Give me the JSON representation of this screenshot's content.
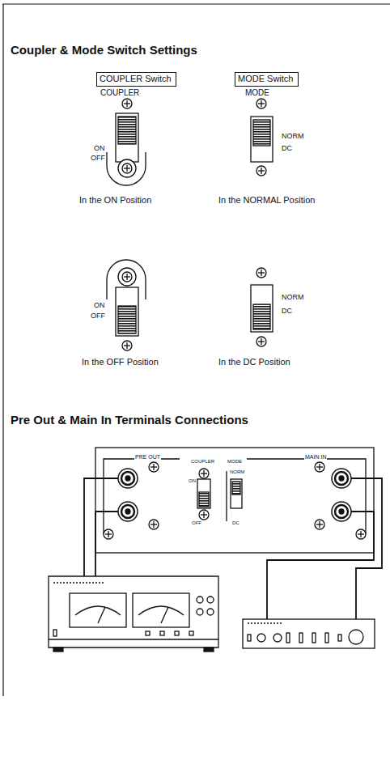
{
  "diagram": {
    "title": "Coupler & Mode Switch Settings",
    "nodes": [
      {
        "text": [
          "COUPLER Switch"
        ]
      },
      {
        "text": [
          "MODE Switch"
        ]
      }
    ],
    "labels": [
      "COUPLER",
      "MODE",
      "ON",
      "OFF",
      "NORM",
      "DC",
      "In the ON Position",
      "In the NORMAL Position",
      "ON",
      "OFF",
      "NORM",
      "DC",
      "In the OFF Position",
      "In the DC Position",
      "Pre Out & Main In Terminals Connections",
      "PRE OUT",
      "COUPLER",
      "ON",
      "OFF",
      "MODE",
      "NORM",
      "DC",
      "MAIN IN"
    ]
  }
}
